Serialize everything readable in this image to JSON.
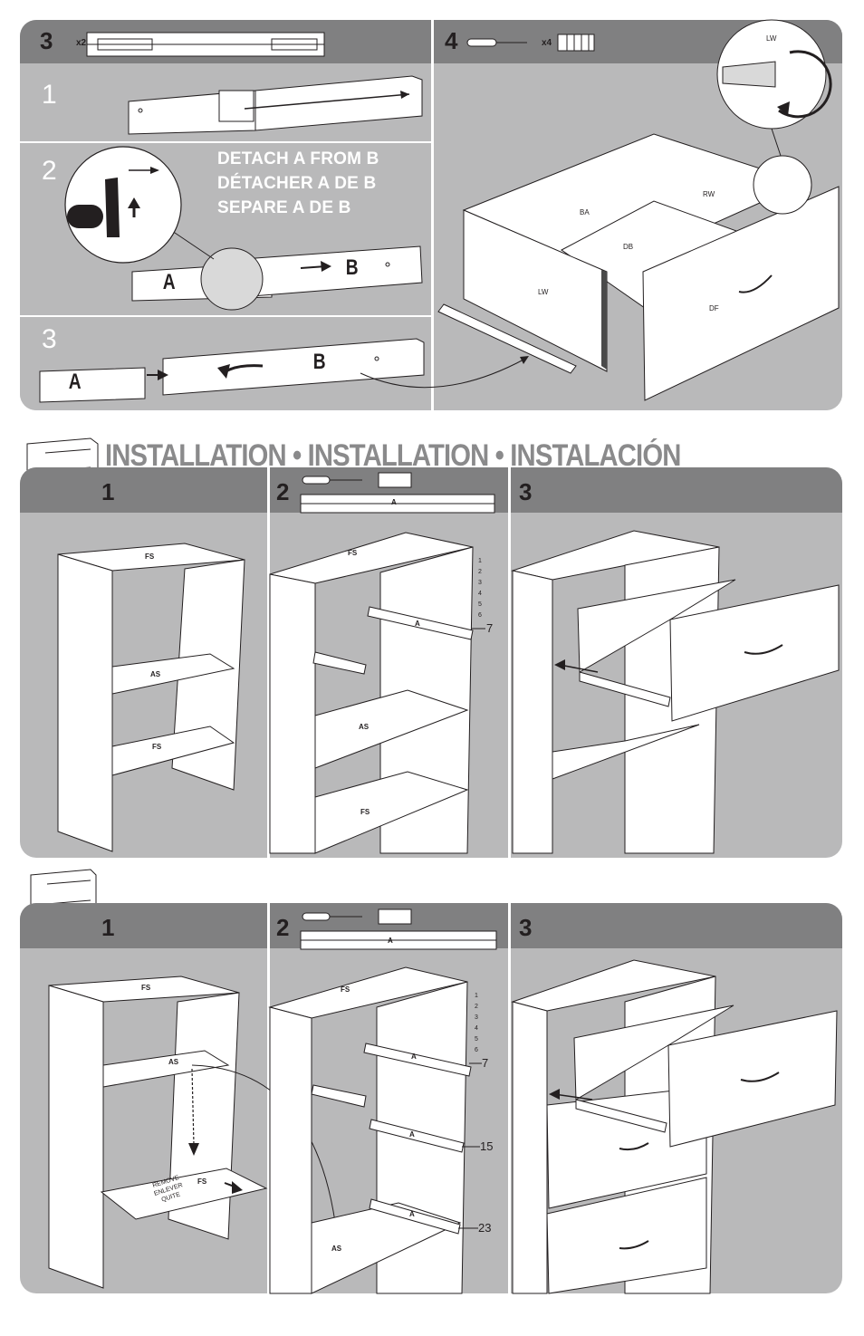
{
  "top": {
    "step3": {
      "number": "3",
      "qty": "x2",
      "substeps": [
        "1",
        "2",
        "3"
      ]
    },
    "detach": {
      "en": "DETACH A FROM B",
      "fr": "DÉTACHER A DE B",
      "es": "SEPARE A DE B"
    },
    "rail_labels": {
      "a": "A",
      "b": "B"
    },
    "step4": {
      "number": "4",
      "qty": "x4"
    },
    "box_labels": {
      "lw_zoom": "LW",
      "rw": "RW",
      "ba": "BA",
      "db": "DB",
      "lw": "LW",
      "df": "DF"
    }
  },
  "installation": {
    "title": "INSTALLATION • INSTALLATION • INSTALACIÓN"
  },
  "section1": {
    "steps": [
      "1",
      "2",
      "3"
    ],
    "labels": {
      "fs_top": "FS",
      "as": "AS",
      "fs_bottom": "FS",
      "rail_a": "A",
      "p2_fs": "FS",
      "p2_as": "AS",
      "p2_fs2": "FS",
      "p2_rail": "A"
    },
    "holes": [
      "1",
      "2",
      "3",
      "4",
      "5",
      "6"
    ],
    "callout": "7"
  },
  "section2": {
    "steps": [
      "1",
      "2",
      "3"
    ],
    "labels": {
      "fs_top": "FS",
      "as": "AS",
      "fs": "FS",
      "remove": [
        "REMOVE",
        "ENLEVER",
        "QUITE"
      ],
      "rail_a": "A",
      "p2_fs": "FS",
      "p2_as": "AS",
      "a1": "A",
      "a2": "A",
      "a3": "A"
    },
    "holes": [
      "1",
      "2",
      "3",
      "4",
      "5",
      "6"
    ],
    "callouts": [
      "7",
      "15",
      "23"
    ]
  }
}
